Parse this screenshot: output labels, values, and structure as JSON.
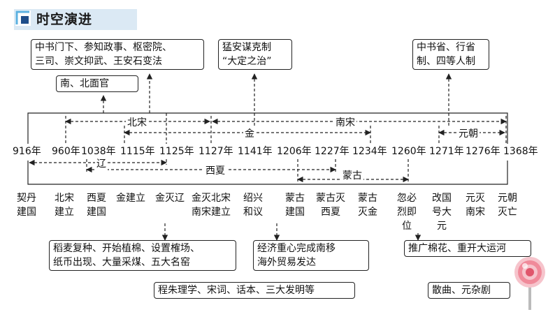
{
  "title": "时空演进",
  "top_boxes": [
    "中书门下、参知政事、枢密院、\n三司、崇文抑武、王安石变法",
    "南、北面官",
    "猛安谋克制\n“大定之治”",
    "中书省、行省\n制、四等人制"
  ],
  "years": [
    "916年",
    "960年",
    "1038年",
    "1115年",
    "1125年",
    "1127年",
    "1141年",
    "1206年",
    "1227年",
    "1234年",
    "1260年",
    "1271年",
    "1276年",
    "1368年"
  ],
  "spans": [
    "北宋",
    "南宋",
    "金",
    "元朝",
    "辽",
    "西夏",
    "蒙古"
  ],
  "events": [
    "契丹\n建国",
    "北宋\n建立",
    "西夏\n建国",
    "金建立",
    "金灭辽",
    "金灭北宋\n南宋建立",
    "绍兴\n和议",
    "蒙古\n建国",
    "蒙古灭\n西夏",
    "蒙古\n灭金",
    "忽必\n烈即\n位",
    "改国\n号大\n元",
    "元灭\n南宋",
    "元朝\n灭亡"
  ],
  "bottom_boxes": [
    "稻麦复种、开始植棉、设置榷场、\n纸币出现、大量采煤、五大名窑",
    "经济重心完成南移\n海外贸易发达",
    "推广棉花、重开大运河",
    "程朱理学、宋词、话本、三大发明等",
    "散曲、元杂剧"
  ]
}
